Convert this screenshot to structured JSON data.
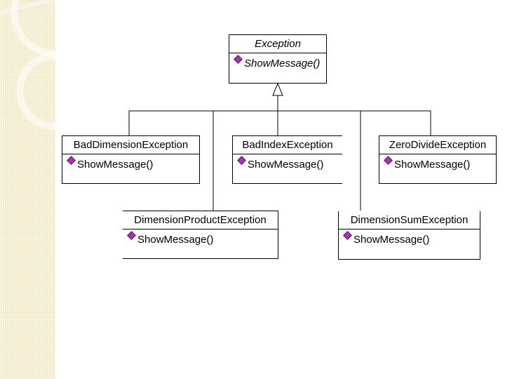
{
  "diagram": {
    "base_class": {
      "name": "Exception",
      "operation": "ShowMessage()",
      "operation_icon": "method-icon"
    },
    "subclasses": [
      {
        "id": "bad-dimension",
        "name": "BadDimensionException",
        "operation": "ShowMessage()"
      },
      {
        "id": "bad-index",
        "name": "BadIndexException",
        "operation": "ShowMessage()"
      },
      {
        "id": "zero-divide",
        "name": "ZeroDivideException",
        "operation": "ShowMessage()"
      },
      {
        "id": "dimension-product",
        "name": "DimensionProductException",
        "operation": "ShowMessage()"
      },
      {
        "id": "dimension-sum",
        "name": "DimensionSumException",
        "operation": "ShowMessage()"
      }
    ],
    "relationship": "generalization",
    "colors": {
      "line": "#000000",
      "method_icon": "#b02fb8",
      "side_strip": "#f1e7c3"
    }
  }
}
